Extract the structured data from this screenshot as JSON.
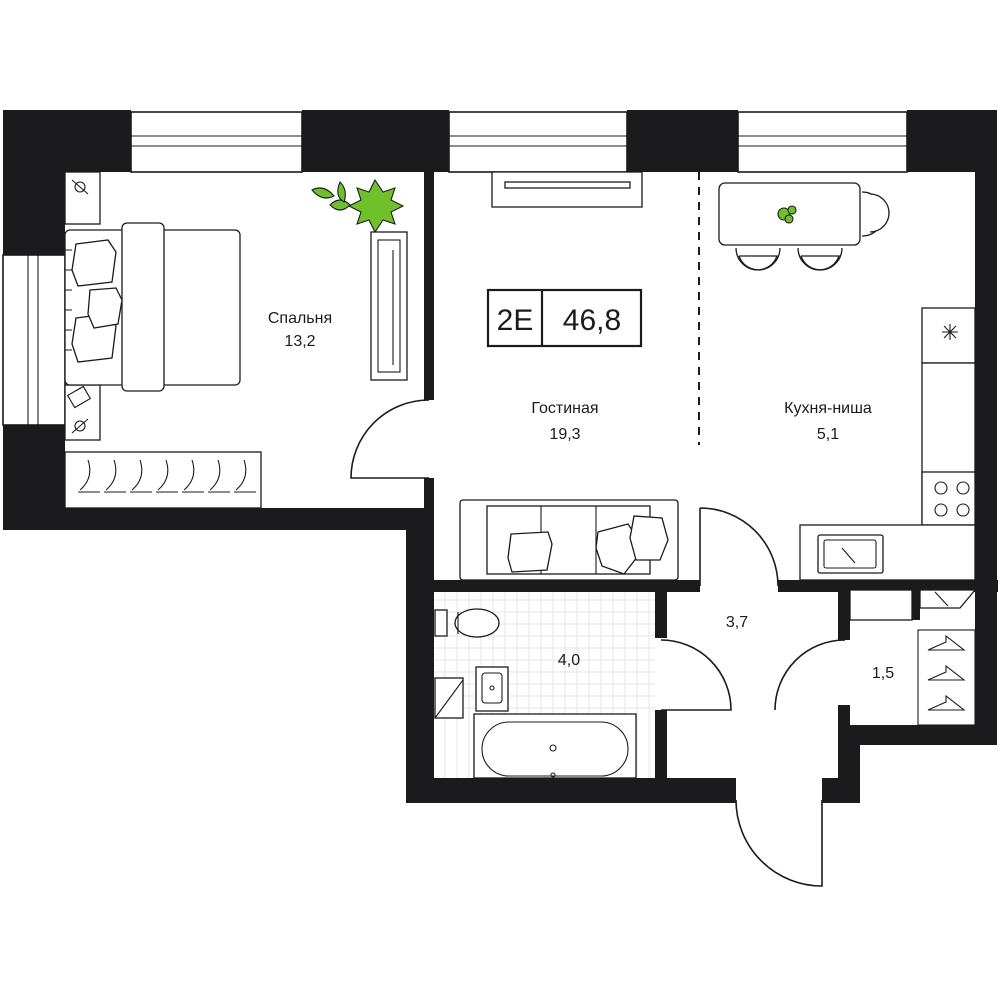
{
  "badge": {
    "type": "2E",
    "total_area": "46,8"
  },
  "rooms": {
    "bedroom": {
      "name": "Спальня",
      "area": "13,2"
    },
    "living": {
      "name": "Гостиная",
      "area": "19,3"
    },
    "kitchen": {
      "name": "Кухня-ниша",
      "area": "5,1"
    },
    "bathroom": {
      "area": "4,0"
    },
    "hallway": {
      "area": "3,7"
    },
    "wardrobe": {
      "area": "1,5"
    }
  },
  "colors": {
    "wall": "#1b1b1d",
    "plant": "#6fc02a",
    "background": "#ffffff"
  }
}
